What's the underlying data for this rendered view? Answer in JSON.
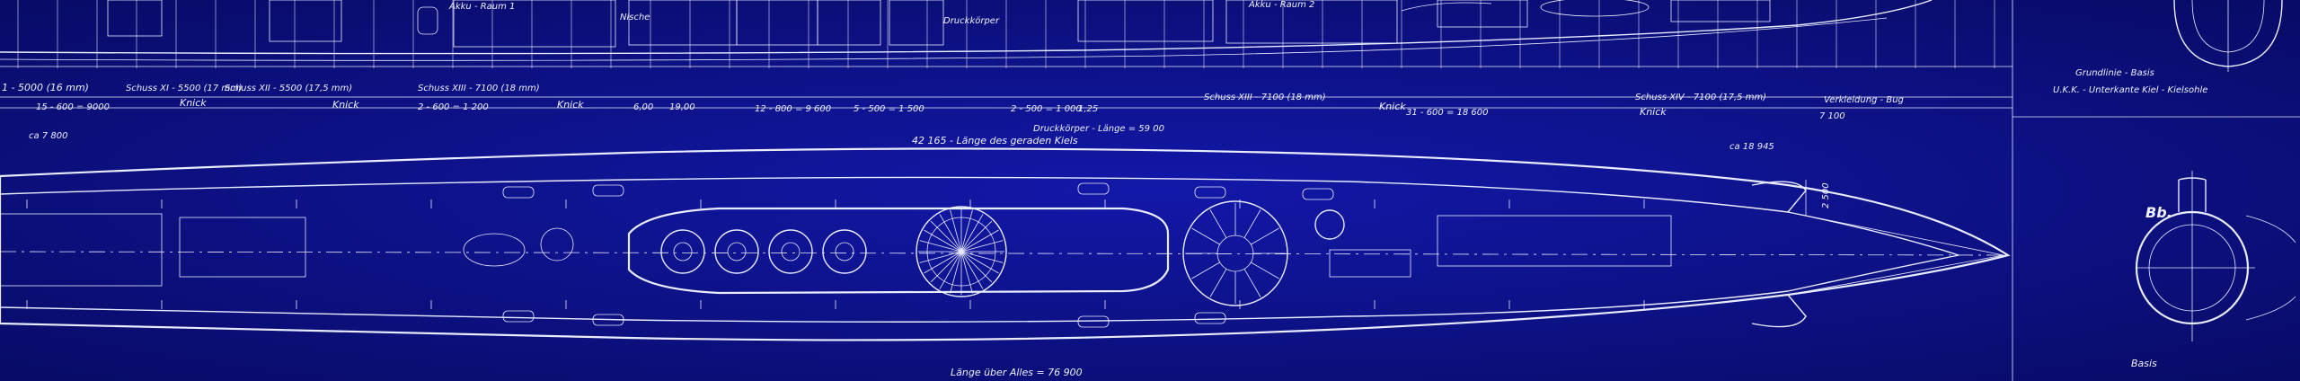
{
  "colors": {
    "background": "#0b0f7a",
    "line": "#e9ecff"
  },
  "top_view": {
    "compartment_labels": [
      "Akku - Raum 1",
      "Akku - Raum 2",
      "Druckkörper",
      "Nische"
    ],
    "annotations": {
      "shot1": "Schuss XI - 5500 (17 mm)",
      "shot2": "Schuss XII - 5500 (17,5 mm)",
      "shot3": "Schuss XIII - 7100 (18 mm)",
      "shot4": "Schuss XIV - 7100 (17,5 mm)",
      "scale_left": "1 - 5000 (16 mm)",
      "knick": "Knick",
      "pressure_hull_length": "Druckkörper - Länge = 59 00",
      "keel_length": "42 165 - Länge des geraden Kiels",
      "bow_note": "Verkleidung - Bug",
      "base_note": "Grundlinie - Basis",
      "yard_note": "U.K.K. - Unterkante Kiel - Kielsohle",
      "sta_left": "ca 7 800",
      "sta_right": "ca 18 945"
    },
    "dims": [
      "15 - 600 = 9000",
      "2 - 600 = 1 200",
      "6,00",
      "19,00",
      "12 - 800 = 9 600",
      "5 - 500 = 1 500",
      "2 - 500 = 1 000",
      "1,25",
      "31 - 600 = 18 600",
      "7 100"
    ]
  },
  "plan_view": {
    "length_label": "Länge über Alles = 76 900",
    "bow_dim": "2 500"
  },
  "side_section": {
    "label": "Bb.",
    "base": "Basis"
  }
}
